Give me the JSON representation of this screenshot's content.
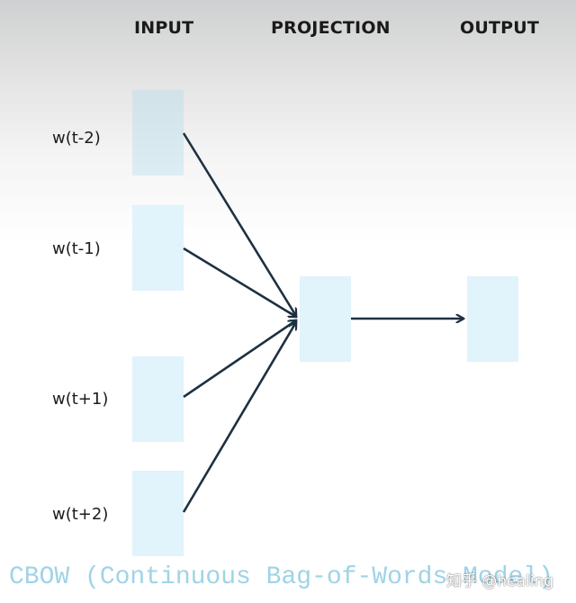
{
  "headers": {
    "input": "INPUT",
    "projection": "PROJECTION",
    "output": "OUTPUT"
  },
  "inputs": [
    {
      "label": "w(t-2)"
    },
    {
      "label": "w(t-1)"
    },
    {
      "label": "w(t+1)"
    },
    {
      "label": "w(t+2)"
    }
  ],
  "caption": "CBOW (Continuous Bag-of-Words Model)",
  "watermark": "知乎 @healing",
  "colors": {
    "box_fill": "#e1f3fb",
    "arrow": "#1d3142",
    "caption": "#9fd3e7"
  }
}
